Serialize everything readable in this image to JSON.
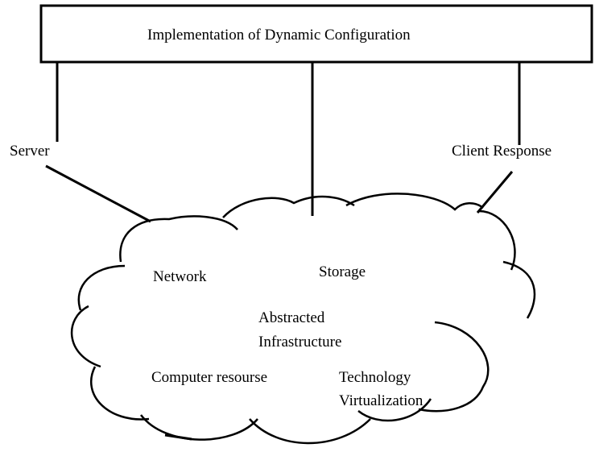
{
  "title": "Implementation of Dynamic Configuration",
  "labels": {
    "server": "Server",
    "client_response": "Client Response",
    "network": "Network",
    "storage": "Storage",
    "abstracted_line1": "Abstracted",
    "abstracted_line2": "Infrastructure",
    "computer_resource": "Computer resourse",
    "technology_line1": "Technology",
    "technology_line2": "Virtualization"
  },
  "colors": {
    "stroke": "#000000",
    "background": "#ffffff"
  }
}
